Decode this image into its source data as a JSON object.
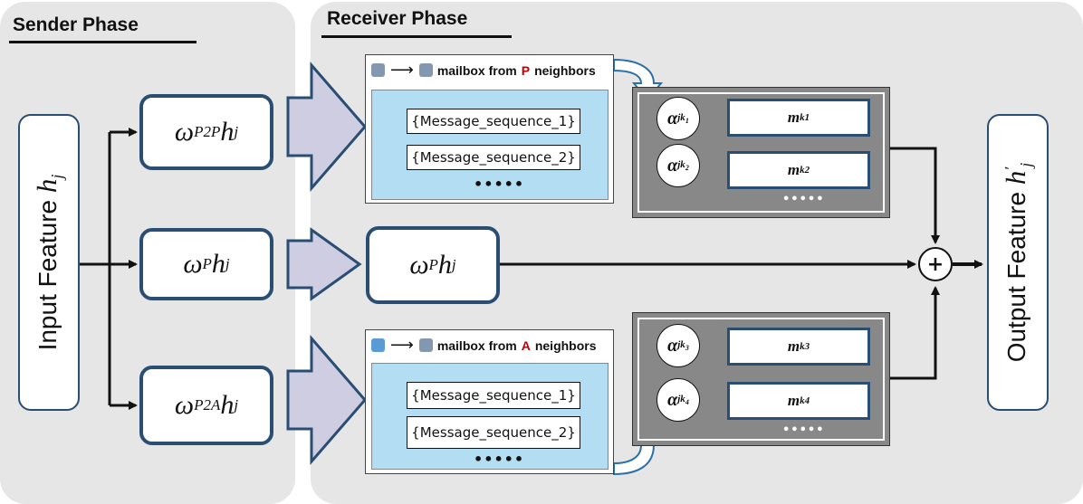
{
  "sender_phase": {
    "title": "Sender Phase"
  },
  "receiver_phase": {
    "title": "Receiver Phase"
  },
  "input": {
    "label": "Input Feature",
    "symbol": "h",
    "subscript": "j"
  },
  "output": {
    "label": "Output Feature",
    "symbol": "h",
    "subscript": "j",
    "prime": "′"
  },
  "transforms": {
    "p2p": {
      "omega": "ω",
      "sub": "P2P",
      "h": "h",
      "j": "j"
    },
    "p": {
      "omega": "ω",
      "sub": "P",
      "h": "h",
      "j": "j"
    },
    "p2a": {
      "omega": "ω",
      "sub": "P2A",
      "h": "h",
      "j": "j"
    }
  },
  "receiver_p": {
    "omega": "ω",
    "sub": "P",
    "h": "h",
    "j": "j"
  },
  "mailbox_p": {
    "prefix": "mailbox from",
    "highlight": "P",
    "suffix": "neighbors",
    "messages": [
      "{Message_sequence_1}",
      "{Message_sequence_2}"
    ],
    "ellipsis": "•••••",
    "icon_colors": [
      "#8497b0",
      "#8497b0"
    ]
  },
  "mailbox_a": {
    "prefix": "mailbox from",
    "highlight": "A",
    "suffix": "neighbors",
    "messages": [
      "{Message_sequence_1}",
      "{Message_sequence_2}"
    ],
    "ellipsis": "•••••",
    "icon_colors": [
      "#5b9bd5",
      "#8497b0"
    ]
  },
  "attention_top": {
    "rows": [
      {
        "alpha": "α",
        "sub": "jk",
        "k": "1",
        "m": "m",
        "msub": "k1"
      },
      {
        "alpha": "α",
        "sub": "jk",
        "k": "2",
        "m": "m",
        "msub": "k2"
      }
    ],
    "ellipsis": "•••••"
  },
  "attention_bottom": {
    "rows": [
      {
        "alpha": "α",
        "sub": "jk",
        "k": "3",
        "m": "m",
        "msub": "k3"
      },
      {
        "alpha": "α",
        "sub": "jk",
        "k": "4",
        "m": "m",
        "msub": "k4"
      }
    ],
    "ellipsis": "•••••"
  },
  "aggregator": {
    "symbol": "+"
  },
  "colors": {
    "panel": "#e6e6e6",
    "box_border": "#2a4e73",
    "arrow_fill": "#cfcde2",
    "mailbox_inner": "#b3ddf2",
    "attention_bg": "#888888",
    "highlight": "#c00000"
  }
}
